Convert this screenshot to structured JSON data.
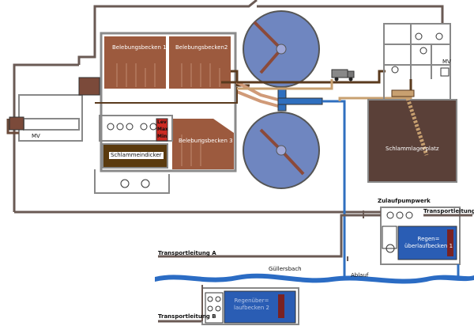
{
  "basins": {
    "aeration_1": "Belebungsbecken 1",
    "aeration_2": "Belebungsbecken2",
    "aeration_3": "Belebungsbecken 3"
  },
  "thickener": "Schlammeindicker",
  "sludge_yard": "Schlammlagerplatz",
  "pumping_station": "Zulaufpumpwerk",
  "storm_tank_1": "Regen=\nüberlaufbecken 1",
  "storm_tank_2": "Regenüber=\nlaufbecken 2",
  "river": "Güllersbach",
  "outflow": "Ablauf",
  "transport_a": "Transportleitung A",
  "transport_b": "Transportleitung B",
  "transport_c": "Transportleitung C",
  "mv_left": "MV",
  "mv_right": "MV",
  "level_labels": [
    "Lev",
    "Max",
    "Min"
  ],
  "colors": {
    "basin": "#9c5a3e",
    "clarifier": "#6f86c0",
    "pipe_brown": "#5a3a1e",
    "pipe_tan": "#c8a070",
    "pipe_blue": "#2f6fbf",
    "river": "#2b6cc4",
    "storm_tank": "#2a5db4",
    "yard": "#5a4038"
  }
}
